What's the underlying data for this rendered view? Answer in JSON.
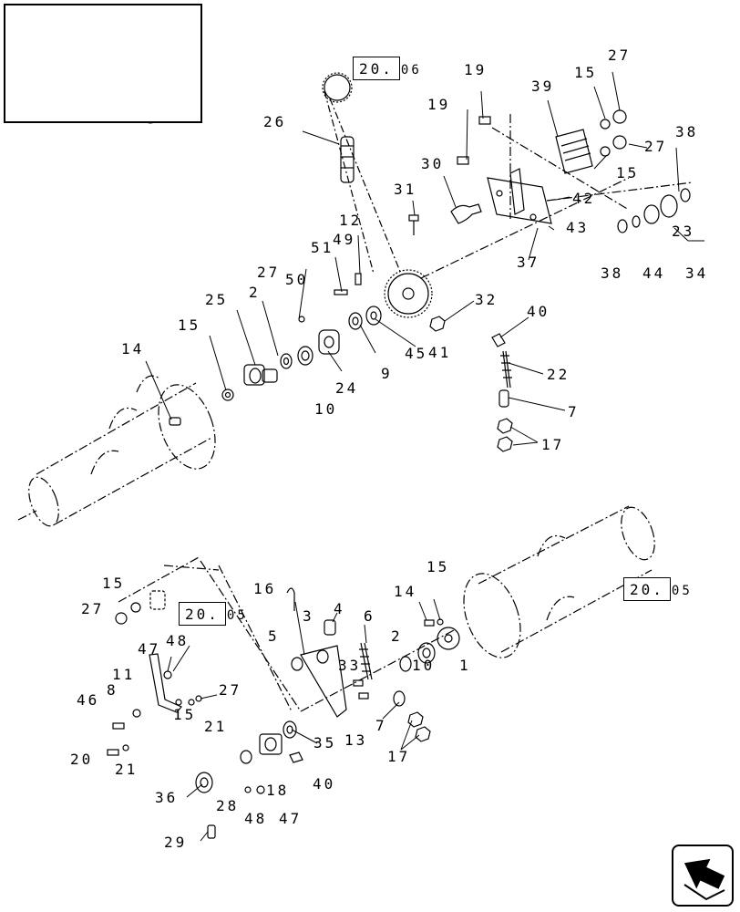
{
  "references": {
    "top_right": {
      "boxed": "20.",
      "tail": "06"
    },
    "mid_right": {
      "boxed": "20.",
      "tail": "05"
    },
    "mid_left": {
      "boxed": "20.",
      "tail": "05"
    }
  },
  "callouts": {
    "c26": "26",
    "c19a": "19",
    "c19b": "19",
    "c39": "39",
    "c15a": "15",
    "c27a": "27",
    "c38a": "38",
    "c27b": "27",
    "c15b": "15",
    "c30": "30",
    "c42": "42",
    "c31": "31",
    "c43": "43",
    "c12": "12",
    "c23": "23",
    "c51": "51",
    "c49": "49",
    "c37": "37",
    "c38b": "38",
    "c44": "44",
    "c34": "34",
    "c27c": "27",
    "c50": "50",
    "c2a": "2",
    "c25": "25",
    "c32": "32",
    "c40a": "40",
    "c15c": "15",
    "c14a": "14",
    "c9": "9",
    "c45": "45",
    "c41": "41",
    "c24": "24",
    "c22": "22",
    "c10a": "10",
    "c7a": "7",
    "c17a": "17",
    "c15d": "15",
    "c16": "16",
    "c15e": "15",
    "c27d": "27",
    "c14b": "14",
    "c6": "6",
    "c3a": "3",
    "c4": "4",
    "c47a": "47",
    "c48a": "48",
    "c5": "5",
    "c2b": "2",
    "c1": "1",
    "c11": "11",
    "c33": "33",
    "c10b": "10",
    "c46": "46",
    "c8": "8",
    "c27e": "27",
    "c15f": "15",
    "c21a": "21",
    "c7b": "7",
    "c13": "13",
    "c35": "35",
    "c20": "20",
    "c21b": "21",
    "c17b": "17",
    "c40b": "40",
    "c36": "36",
    "c28": "28",
    "c18": "18",
    "c48b": "48",
    "c47b": "47",
    "c29": "29"
  }
}
